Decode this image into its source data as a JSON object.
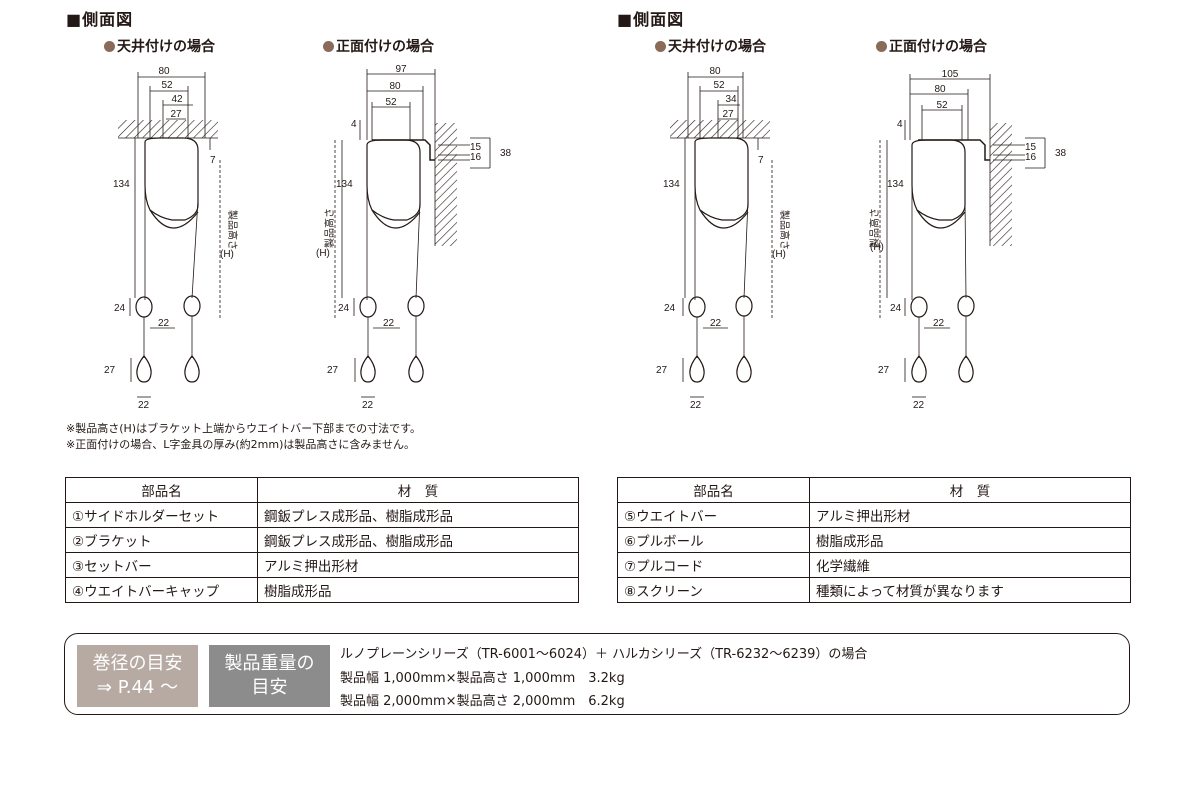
{
  "side_titles": [
    "■側面図",
    "■側面図"
  ],
  "diagrams": [
    {
      "title": "天井付けの場合",
      "dims": {
        "w1": "80",
        "w2": "52",
        "w3": "42",
        "w4": "27",
        "h1": "134",
        "h2": "7",
        "h3": "24",
        "h4": "27",
        "w5": "22",
        "w6": "22",
        "hlabel": "製品高さ",
        "hsuffix": "(H)"
      }
    },
    {
      "title": "正面付けの場合",
      "dims": {
        "w0": "97",
        "w1": "80",
        "w2": "52",
        "h0": "4",
        "h1": "134",
        "s1": "15",
        "s2": "16",
        "s3": "38",
        "h3": "24",
        "h4": "27",
        "w5": "22",
        "w6": "22",
        "hlabel": "製品高さ",
        "hsuffix": "(H)"
      }
    },
    {
      "title": "天井付けの場合",
      "dims": {
        "w1": "80",
        "w2": "52",
        "w3": "34",
        "w4": "27",
        "h1": "134",
        "h2": "7",
        "h3": "24",
        "h4": "27",
        "w5": "22",
        "w6": "22",
        "hlabel": "製品高さ",
        "hsuffix": "(H)"
      }
    },
    {
      "title": "正面付けの場合",
      "dims": {
        "w0": "105",
        "w1": "80",
        "w2": "52",
        "h0": "4",
        "h1": "134",
        "s1": "15",
        "s2": "16",
        "s3": "38",
        "h3": "24",
        "h4": "27",
        "w5": "22",
        "w6": "22",
        "hlabel": "製品高さ",
        "hsuffix": "(H)"
      }
    }
  ],
  "notes": [
    "※製品高さ(H)はブラケット上端からウエイトバー下部までの寸法です。",
    "※正面付けの場合、L字金具の厚み(約2mm)は製品高さに含みません。"
  ],
  "table_headers": {
    "name": "部品名",
    "material": "材　質"
  },
  "table_left": [
    {
      "name": "①サイドホルダーセット",
      "material": "鋼鈑プレス成形品、樹脂成形品"
    },
    {
      "name": "②ブラケット",
      "material": "鋼鈑プレス成形品、樹脂成形品"
    },
    {
      "name": "③セットバー",
      "material": "アルミ押出形材"
    },
    {
      "name": "④ウエイトバーキャップ",
      "material": "樹脂成形品"
    }
  ],
  "table_right": [
    {
      "name": "⑤ウエイトバー",
      "material": "アルミ押出形材"
    },
    {
      "name": "⑥プルボール",
      "material": "樹脂成形品"
    },
    {
      "name": "⑦プルコード",
      "material": "化学繊維"
    },
    {
      "name": "⑧スクリーン",
      "material": "種類によって材質が異なります"
    }
  ],
  "weight": {
    "tag1_line1": "巻径の目安",
    "tag1_line2": "⇒ P.44 ～",
    "tag2_line1": "製品重量の",
    "tag2_line2": "目安",
    "series": "ルノプレーンシリーズ（TR-6001～6024）＋ ハルカシリーズ（TR-6232～6239）の場合",
    "row1": "製品幅 1,000mm×製品高さ 1,000mm　3.2kg",
    "row2": "製品幅 2,000mm×製品高さ 2,000mm　6.2kg"
  },
  "colors": {
    "tag1": "#b6aaa3",
    "tag2": "#8c8c8c",
    "dot": "#8a6a58"
  }
}
